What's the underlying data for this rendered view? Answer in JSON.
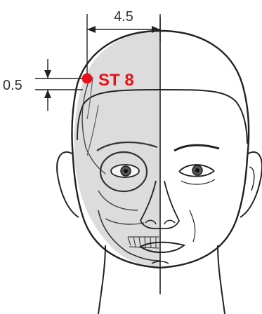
{
  "dimensions": {
    "horizontal_label": "4.5",
    "vertical_label": "0.5"
  },
  "acupoint": {
    "label": "ST 8"
  },
  "colors": {
    "point": "#e8101c",
    "line": "#222222",
    "shade": "#dcdcdc"
  }
}
